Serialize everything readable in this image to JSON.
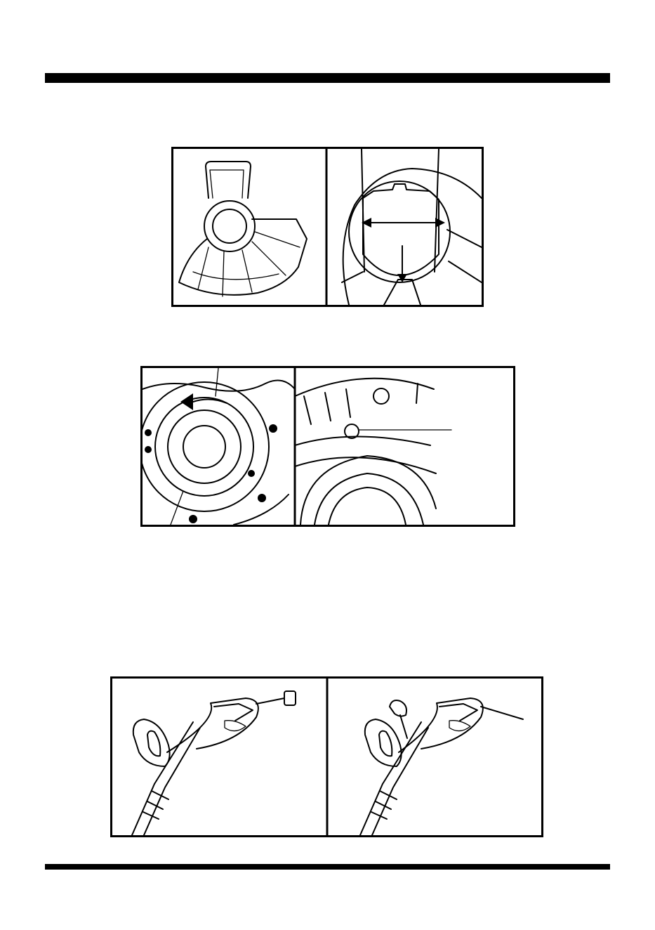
{
  "document": {
    "figures": [
      {
        "id": "guard-fitting",
        "panels": [
          "guard-overview",
          "guard-mount-detail"
        ]
      },
      {
        "id": "guard-rotation",
        "panels": [
          "guard-rotate",
          "guard-screw"
        ]
      },
      {
        "id": "handle-assembly",
        "panels": [
          "handle-before",
          "handle-with-key"
        ]
      }
    ]
  }
}
